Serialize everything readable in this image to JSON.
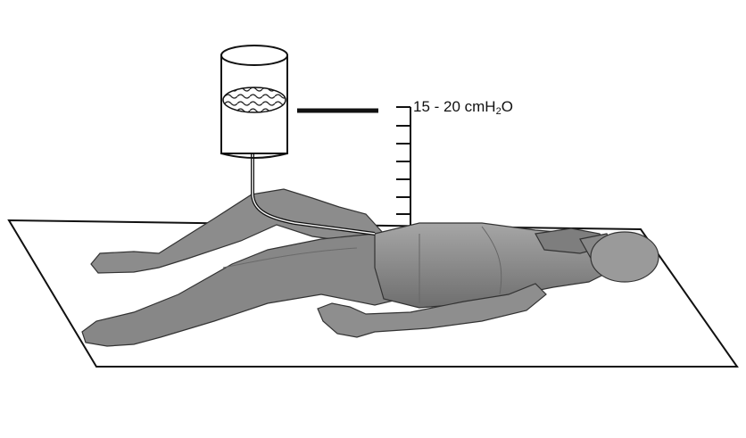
{
  "pressure_label": {
    "value": "15 - 20 cmH",
    "subscript": "2",
    "suffix": "O"
  },
  "colors": {
    "line": "#111111",
    "body_fill": "#8a8a8a",
    "body_shadow": "#6a6a6a",
    "body_highlight": "#b0b0b0",
    "liquid": "#cfcfcf"
  },
  "icons": {
    "reservoir": "fluid-reservoir",
    "tube": "infusion-tube",
    "scale": "pressure-scale",
    "patient": "supine-patient",
    "table": "bed-platform"
  }
}
